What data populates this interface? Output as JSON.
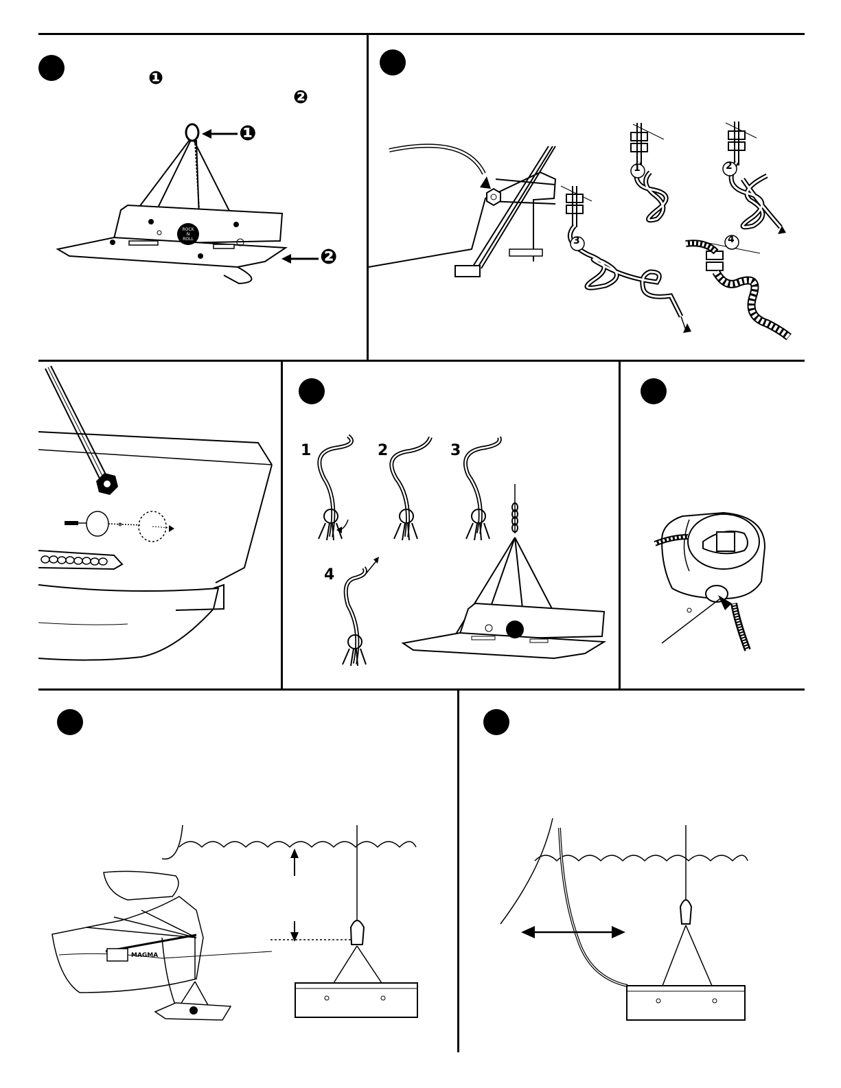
{
  "panel1": {
    "callout_1": "❶",
    "callout_2": "❷",
    "arrow_1_label": "❶",
    "arrow_2_label": "❷"
  },
  "panel2": {
    "steps": [
      "①",
      "②",
      "③",
      "④"
    ]
  },
  "panel4": {
    "steps": [
      "1",
      "2",
      "3",
      "4"
    ]
  },
  "logo_text": {
    "line1": "ROCK",
    "line2": "N",
    "line3": "ROLL"
  },
  "magma_text": "MAGMA"
}
